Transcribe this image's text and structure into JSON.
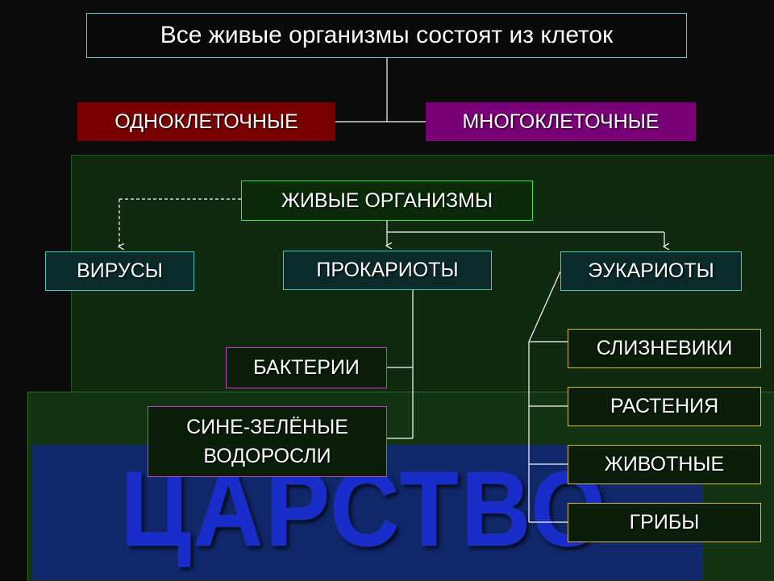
{
  "title": "Все живые организмы состоят из клеток",
  "unicellular": "ОДНОКЛЕТОЧНЫЕ",
  "multicellular": "МНОГОКЛЕТОЧНЫЕ",
  "living_organisms": "ЖИВЫЕ ОРГАНИЗМЫ",
  "viruses": "ВИРУСЫ",
  "prokaryotes": "ПРОКАРИОТЫ",
  "eukaryotes": "ЭУКАРИОТЫ",
  "bacteria": "БАКТЕРИИ",
  "cyanobacteria": {
    "line1": "СИНЕ-ЗЕЛЁНЫЕ",
    "line2": "ВОДОРОСЛИ"
  },
  "eukaryote_groups": [
    "СЛИЗНЕВИКИ",
    "РАСТЕНИЯ",
    "ЖИВОТНЫЕ",
    "ГРИБЫ"
  ],
  "watermark": "ЦАРСТВО",
  "colors": {
    "unicellular_bg": "#7a0000",
    "multicellular_bg": "#7a0078",
    "watermark": "#1a2ed0"
  }
}
